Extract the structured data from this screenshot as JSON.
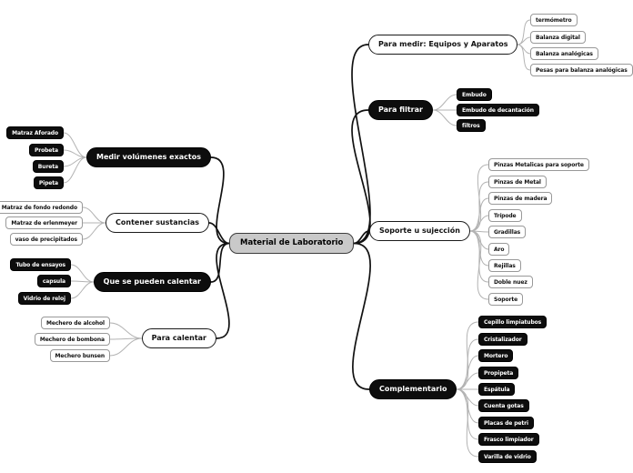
{
  "center": {
    "label": "Material de Laboratorio"
  },
  "branches": [
    {
      "label": "Medir volúmenes exactos",
      "style": "dark",
      "children": [
        "Matraz Aforado",
        "Probeta",
        "Bureta",
        "Pipeta"
      ]
    },
    {
      "label": "Contener sustancias",
      "style": "light",
      "children": [
        "Matraz de fondo redondo",
        "Matraz de erlenmeyer",
        "vaso de precipitados"
      ]
    },
    {
      "label": "Que se pueden calentar",
      "style": "dark",
      "children": [
        "Tubo de ensayos",
        "capsula",
        "Vidrio de reloj"
      ]
    },
    {
      "label": "Para calentar",
      "style": "light",
      "children": [
        "Mechero de alcohol",
        "Mechero de bombona",
        "Mechero bunsen"
      ]
    },
    {
      "label": "Para medir: Equipos y Aparatos",
      "style": "light",
      "children": [
        "termómetro",
        "Balanza digital",
        "Balanza analógicas",
        "Pesas para balanza analógicas"
      ]
    },
    {
      "label": "Para filtrar",
      "style": "dark",
      "children": [
        "Embudo",
        "Embudo de decantación",
        "filtros"
      ]
    },
    {
      "label": "Soporte u sujección",
      "style": "light",
      "children": [
        "Pinzas Metalicas para soporte",
        "Pinzas de Metal",
        "Pinzas de madera",
        "Trípode",
        "Gradillas",
        "Aro",
        "Rejillas",
        "Doble nuez",
        "Soporte"
      ]
    },
    {
      "label": "Complementario",
      "style": "dark",
      "children": [
        "Cepillo limpiatubos",
        "Cristalizador",
        "Mortero",
        "Propipeta",
        "Espátula",
        "Cuenta gotas",
        "Placas de petri",
        "Frasco limpiador",
        "Varilla de vidrio"
      ]
    }
  ],
  "colors": {
    "background": "#ffffff",
    "dark_node_bg": "#0d0d0d",
    "dark_node_text": "#ffffff",
    "light_node_bg": "#ffffff",
    "light_node_text": "#111111",
    "light_node_border": "#999999",
    "center_bg": "#c9c9c9",
    "center_border": "#3c3c3c",
    "link_main": "#111111",
    "link_child": "#b3b3b3"
  }
}
